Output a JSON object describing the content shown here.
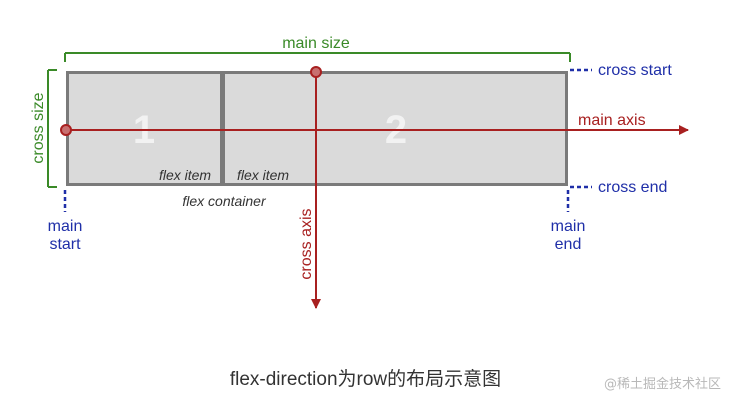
{
  "labels": {
    "main_size": "main size",
    "cross_size": "cross size",
    "cross_start": "cross start",
    "cross_end": "cross end",
    "main_axis": "main axis",
    "cross_axis": "cross axis",
    "main_start_1": "main",
    "main_start_2": "start",
    "main_end_1": "main",
    "main_end_2": "end",
    "flex_container": "flex container"
  },
  "items": [
    {
      "number": "1",
      "label": "flex item"
    },
    {
      "number": "2",
      "label": "flex item"
    }
  ],
  "caption": "flex-direction为row的布局示意图",
  "watermark": "@稀土掘金技术社区",
  "colors": {
    "size": "#3a8a28",
    "edge": "#1f2fa8",
    "axis": "#a82020",
    "container_border": "#7a7a7a",
    "item_fill": "#dadada"
  }
}
